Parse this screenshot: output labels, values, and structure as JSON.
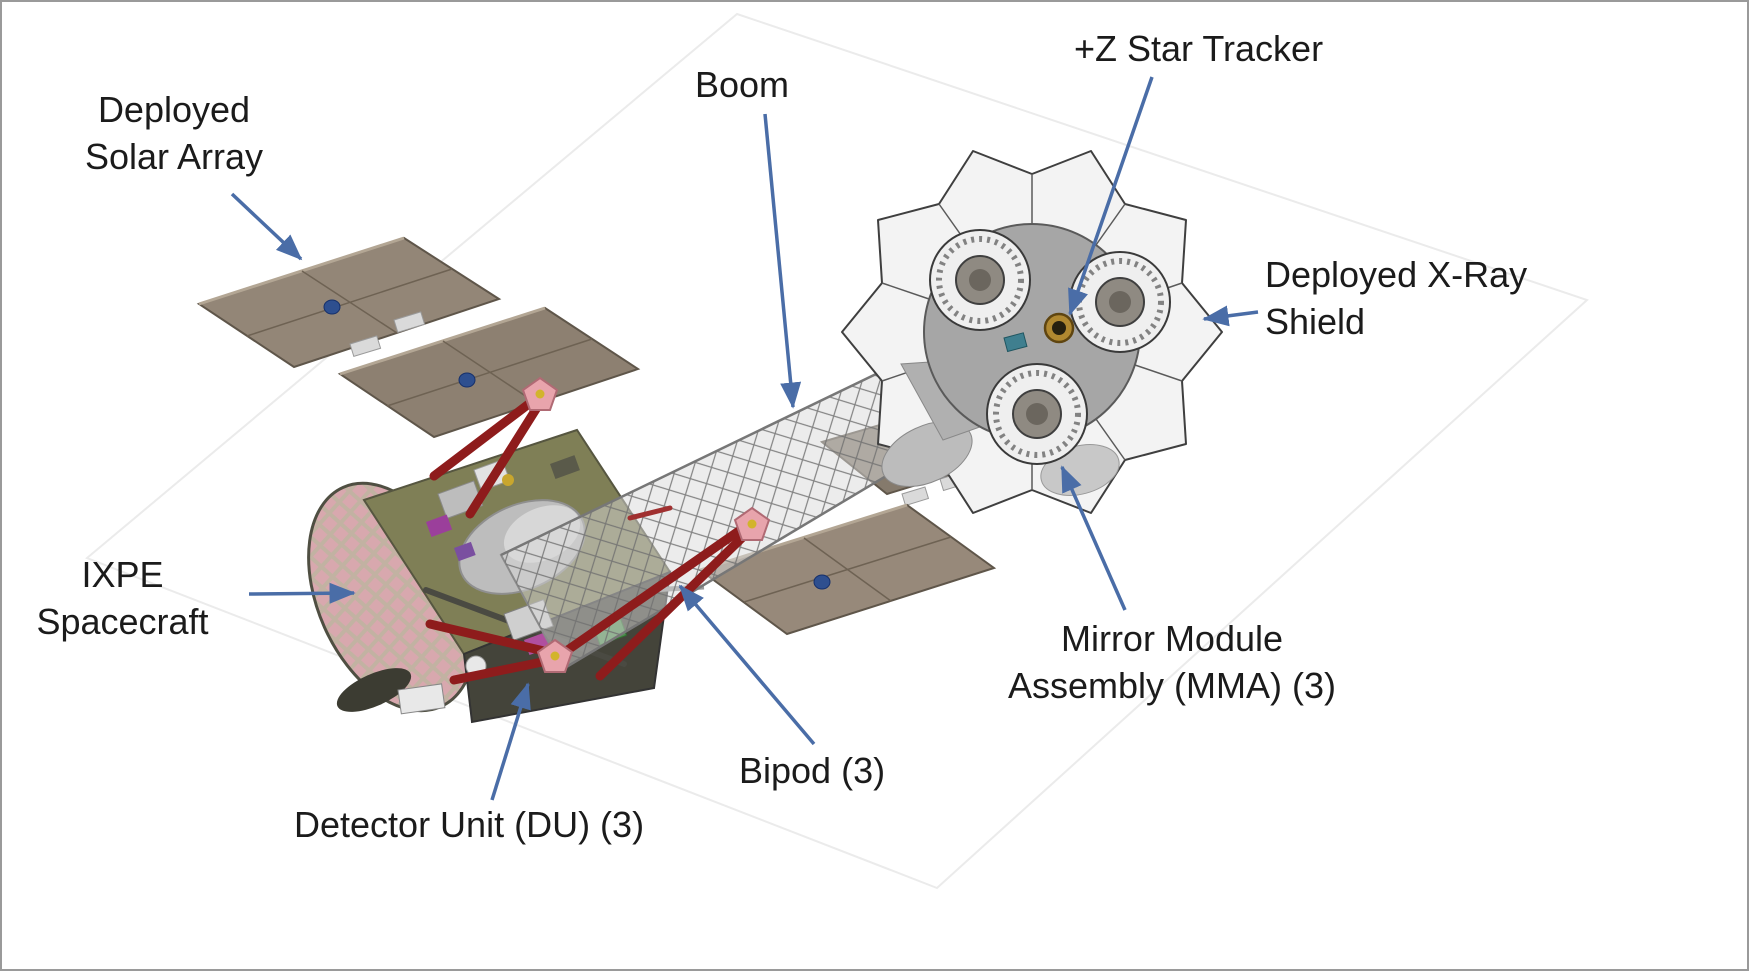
{
  "figure": {
    "background": "#ffffff",
    "border_color": "#9a9a9a",
    "arrow_color": "#4a6da7",
    "label_color": "#1b1b1b"
  },
  "labels": {
    "solar_array": {
      "lines": [
        "Deployed",
        "Solar Array"
      ]
    },
    "boom": {
      "text": "Boom"
    },
    "star_tracker": {
      "text": "+Z Star Tracker"
    },
    "xray_shield": {
      "lines": [
        "Deployed X-Ray",
        "Shield"
      ]
    },
    "mma": {
      "lines": [
        "Mirror Module",
        "Assembly (MMA) (3)"
      ]
    },
    "bipod": {
      "text": "Bipod (3)"
    },
    "detector_unit": {
      "text": "Detector Unit (DU) (3)"
    },
    "spacecraft": {
      "lines": [
        "IXPE",
        "Spacecraft"
      ]
    }
  },
  "palette": {
    "solar_panel_brown": "#8d8070",
    "bus_olive": "#7f7f56",
    "bipod_red": "#8e1c1c",
    "fitting_pink": "#e8a4ac",
    "shield_white": "#f3f3f3",
    "mma_disc_gray": "#a6a6a6",
    "star_tracker_gold": "#b08830"
  }
}
